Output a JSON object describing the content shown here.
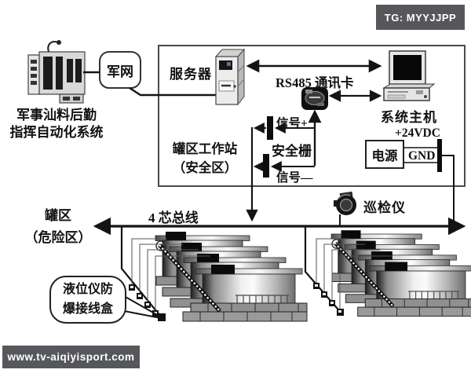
{
  "badges": {
    "top": "TG: MYYJJPP",
    "bottom": "www.tv-aiqiyisport.com"
  },
  "labels": {
    "command_system_line1": "军事汕料后勤",
    "command_system_line2": "指挥自动化系统",
    "military_network": "军网",
    "server": "服务器",
    "rs485_card": "RS485 通讯卡",
    "system_host": "系统主机",
    "signal_plus": "信号+",
    "safety_barrier": "安全栅",
    "signal_minus": "信号—",
    "workstation_line1": "罐区工作站",
    "workstation_line2": "（安全区）",
    "power_supply": "电源",
    "plus_24vdc": "+24VDC",
    "gnd": "GND",
    "tank_area_line1": "罐区",
    "tank_area_line2": "（危险区）",
    "bus": "4 芯总线",
    "inspector": "巡检仪",
    "junction_box_line1": "液位仪防",
    "junction_box_line2": "爆接线盒"
  },
  "icons": [
    "plc-controller-icon",
    "network-cloud-box",
    "server-tower-icon",
    "rs485-card-icon",
    "desktop-computer-icon",
    "safety-barrier-bar",
    "power-supply-box",
    "inspector-device-icon",
    "storage-tank-cluster",
    "junction-box-icon"
  ],
  "colors": {
    "badge_bg": "#55575b",
    "badge_text": "#ffffff",
    "diagram_line": "#141414",
    "tank_light": "#fafafa",
    "tank_dark": "#1c1c1c",
    "brick_gray": "#909090",
    "background": "#ffffff"
  }
}
